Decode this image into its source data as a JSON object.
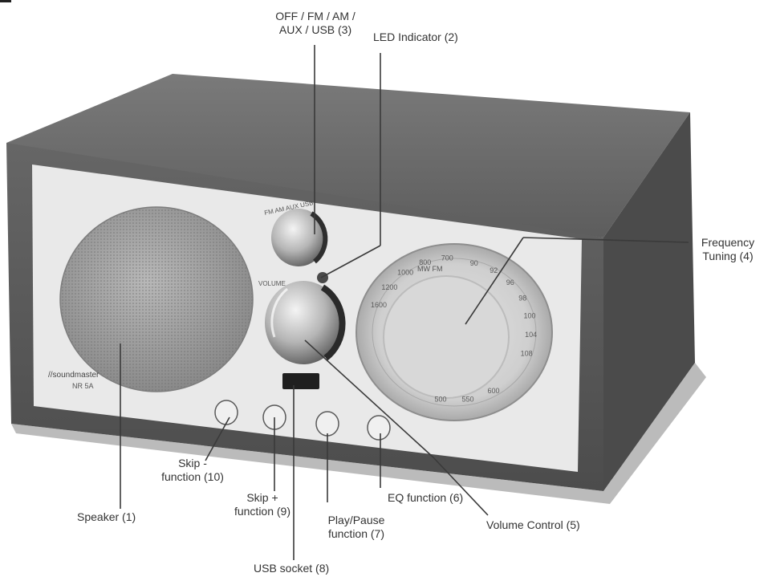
{
  "brand": {
    "name": "//soundmaster",
    "model": "NR 5A"
  },
  "callouts": {
    "mode_switch": "OFF / FM / AM /\nAUX / USB (3)",
    "led": "LED Indicator (2)",
    "frequency": "Frequency\nTuning (4)",
    "speaker": "Speaker (1)",
    "skip_minus": "Skip -\nfunction (10)",
    "skip_plus": "Skip +\nfunction (9)",
    "play_pause": "Play/Pause\nfunction (7)",
    "usb": "USB socket (8)",
    "eq": "EQ function (6)",
    "volume": "Volume Control (5)"
  },
  "panel_text": {
    "volume": "VOLUME",
    "mode": "FM  AM  AUX  USB",
    "band": "MW   FM",
    "dial_am": [
      "1600",
      "1200",
      "1000",
      "800",
      "700"
    ],
    "dial_fm": [
      "90",
      "92",
      "96",
      "98",
      "100",
      "104",
      "108"
    ],
    "dial_lower": [
      "600",
      "550",
      "500"
    ]
  },
  "colors": {
    "wood_top": "#6e6e6e",
    "wood_front": "#555555",
    "wood_side": "#4a4a4a",
    "panel": "#e8e8e8",
    "line": "#3a3a3a"
  }
}
